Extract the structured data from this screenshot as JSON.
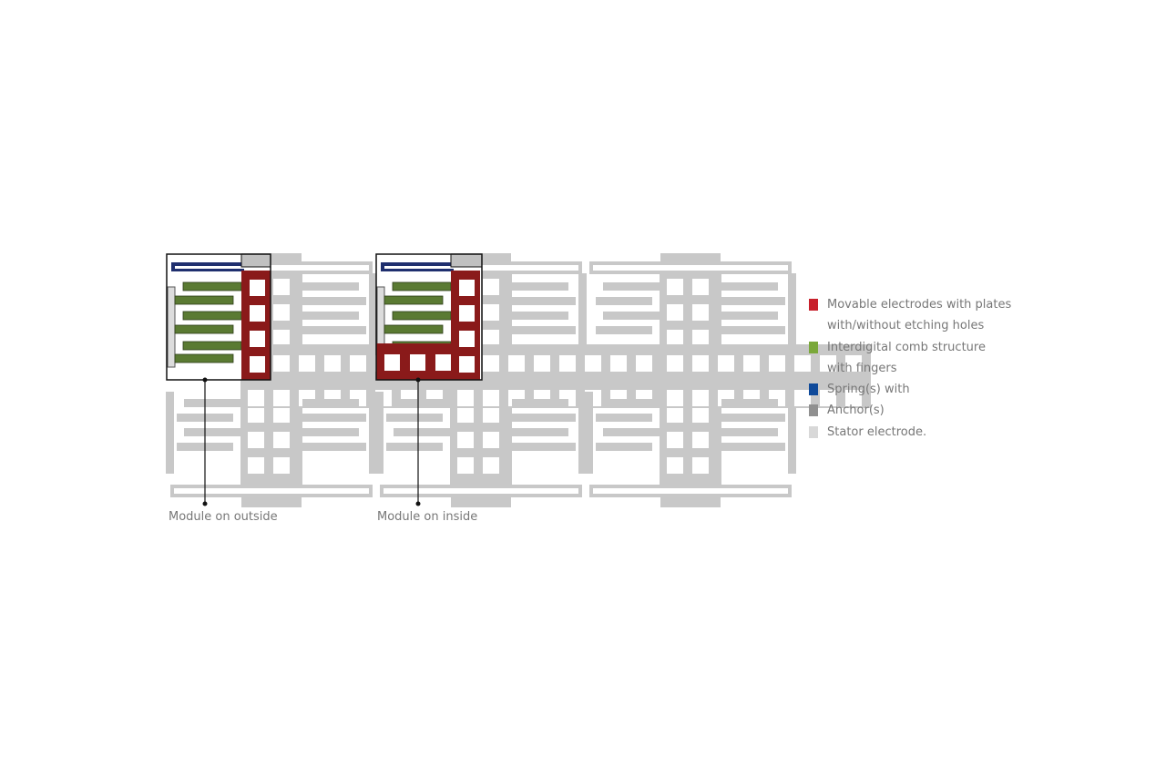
{
  "colors": {
    "stator": "#c8c8c8",
    "movable": "#8a1a1a",
    "comb": "#5a7a32",
    "spring": "#1f2f6e",
    "anchor": "#c0c0c0",
    "outline": "#111111",
    "legend_movable": "#c8202b",
    "legend_comb": "#7aa83a",
    "legend_spring": "#0f4a9a",
    "legend_anchor": "#909090",
    "legend_stator": "#d8d8d8"
  },
  "callouts": {
    "outside": "Module on outside",
    "inside": "Module on inside"
  },
  "legend": [
    {
      "label": "Movable electrodes with plates",
      "color": "#c8202b",
      "swatch": true
    },
    {
      "label": "with/without etching holes",
      "color": "",
      "swatch": false
    },
    {
      "label": "Interdigital comb structure",
      "color": "#7aa83a",
      "swatch": true
    },
    {
      "label": "with fingers",
      "color": "",
      "swatch": false
    },
    {
      "label": "Spring(s) with",
      "color": "#0f4a9a",
      "swatch": true
    },
    {
      "label": "Anchor(s)",
      "color": "#909090",
      "swatch": true
    },
    {
      "label": "Stator electrode.",
      "color": "#d8d8d8",
      "swatch": true
    }
  ]
}
